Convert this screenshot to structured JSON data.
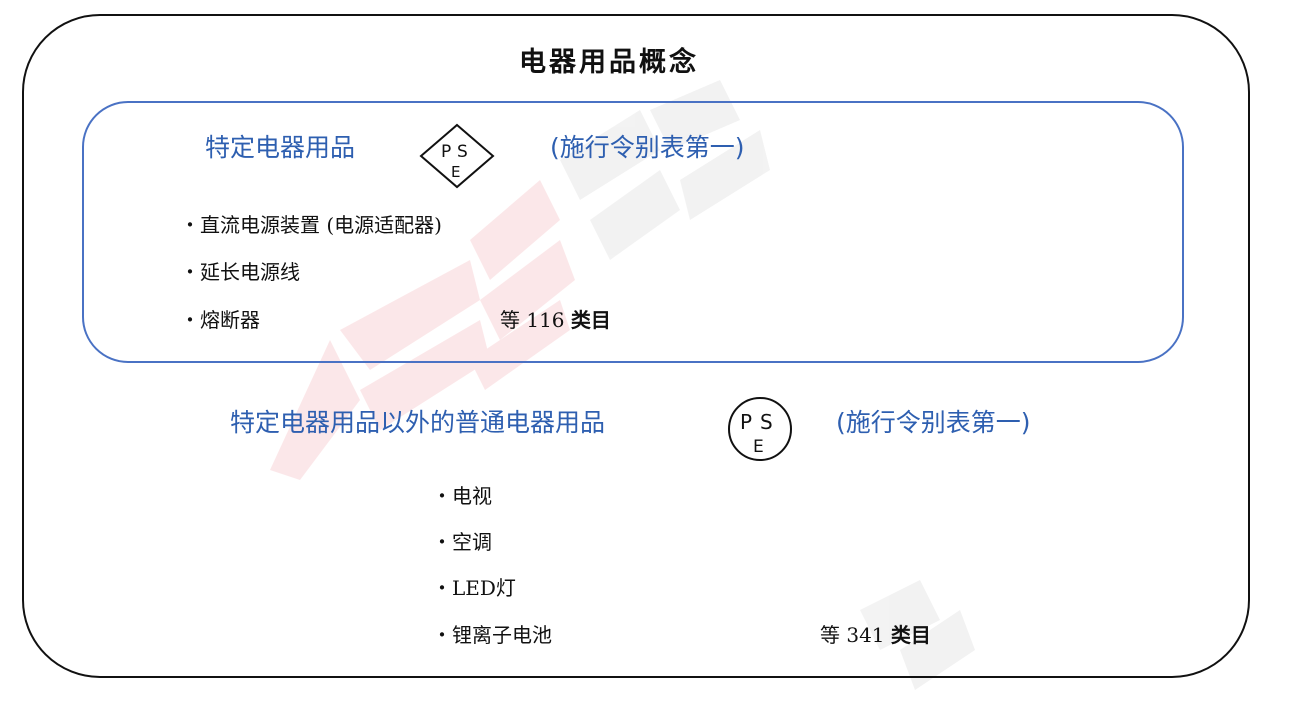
{
  "title": "电器用品概念",
  "specified": {
    "heading": "特定电器用品",
    "note": "(施行令别表第一)",
    "mark_letters": [
      "P",
      "S",
      "E"
    ],
    "items": [
      "・直流电源装置 (电源适配器)",
      "・延长电源线",
      "・熔断器"
    ],
    "count_prefix": "等",
    "count_value": "116",
    "count_suffix": "类目"
  },
  "non_specified": {
    "heading": "特定电器用品以外的普通电器用品",
    "note": "(施行令别表第一)",
    "mark_letters": [
      "P",
      "S",
      "E"
    ],
    "items": [
      "・电视",
      "・空调",
      "・LED灯",
      "・锂离子电池"
    ],
    "count_prefix": "等",
    "count_value": "341",
    "count_suffix": "类目"
  },
  "colors": {
    "heading_blue": "#2e5fb0",
    "inner_border": "#4a72c4",
    "watermark_red": "#e8505a"
  }
}
